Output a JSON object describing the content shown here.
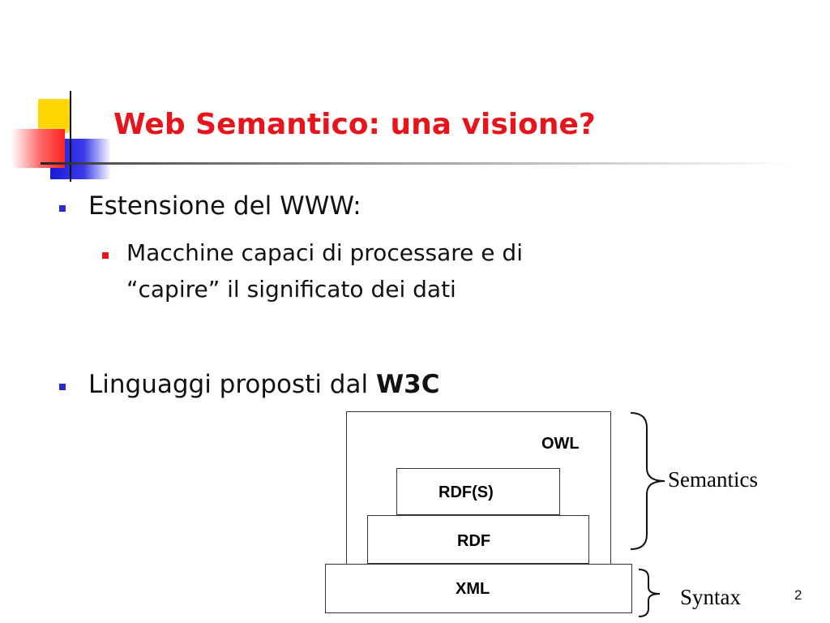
{
  "title": "Web Semantico: una visione?",
  "bullets": {
    "item1": "Estensione del WWW:",
    "item1_sub1_line1": "Macchine capaci di processare e di",
    "item1_sub1_line2": "“capire” il significato dei dati",
    "item2_prefix": "Linguaggi proposti dal ",
    "item2_bold": "W3C"
  },
  "diagram": {
    "layers": {
      "owl": "OWL",
      "rdfs": "RDF(S)",
      "rdf": "RDF",
      "xml": "XML"
    },
    "braces": {
      "semantics": "Semantics",
      "syntax": "Syntax"
    }
  },
  "slide_number": "2",
  "colors": {
    "title": "#e8141b",
    "bullet_level1": "#2b2bd1",
    "bullet_level2": "#e8141b"
  }
}
